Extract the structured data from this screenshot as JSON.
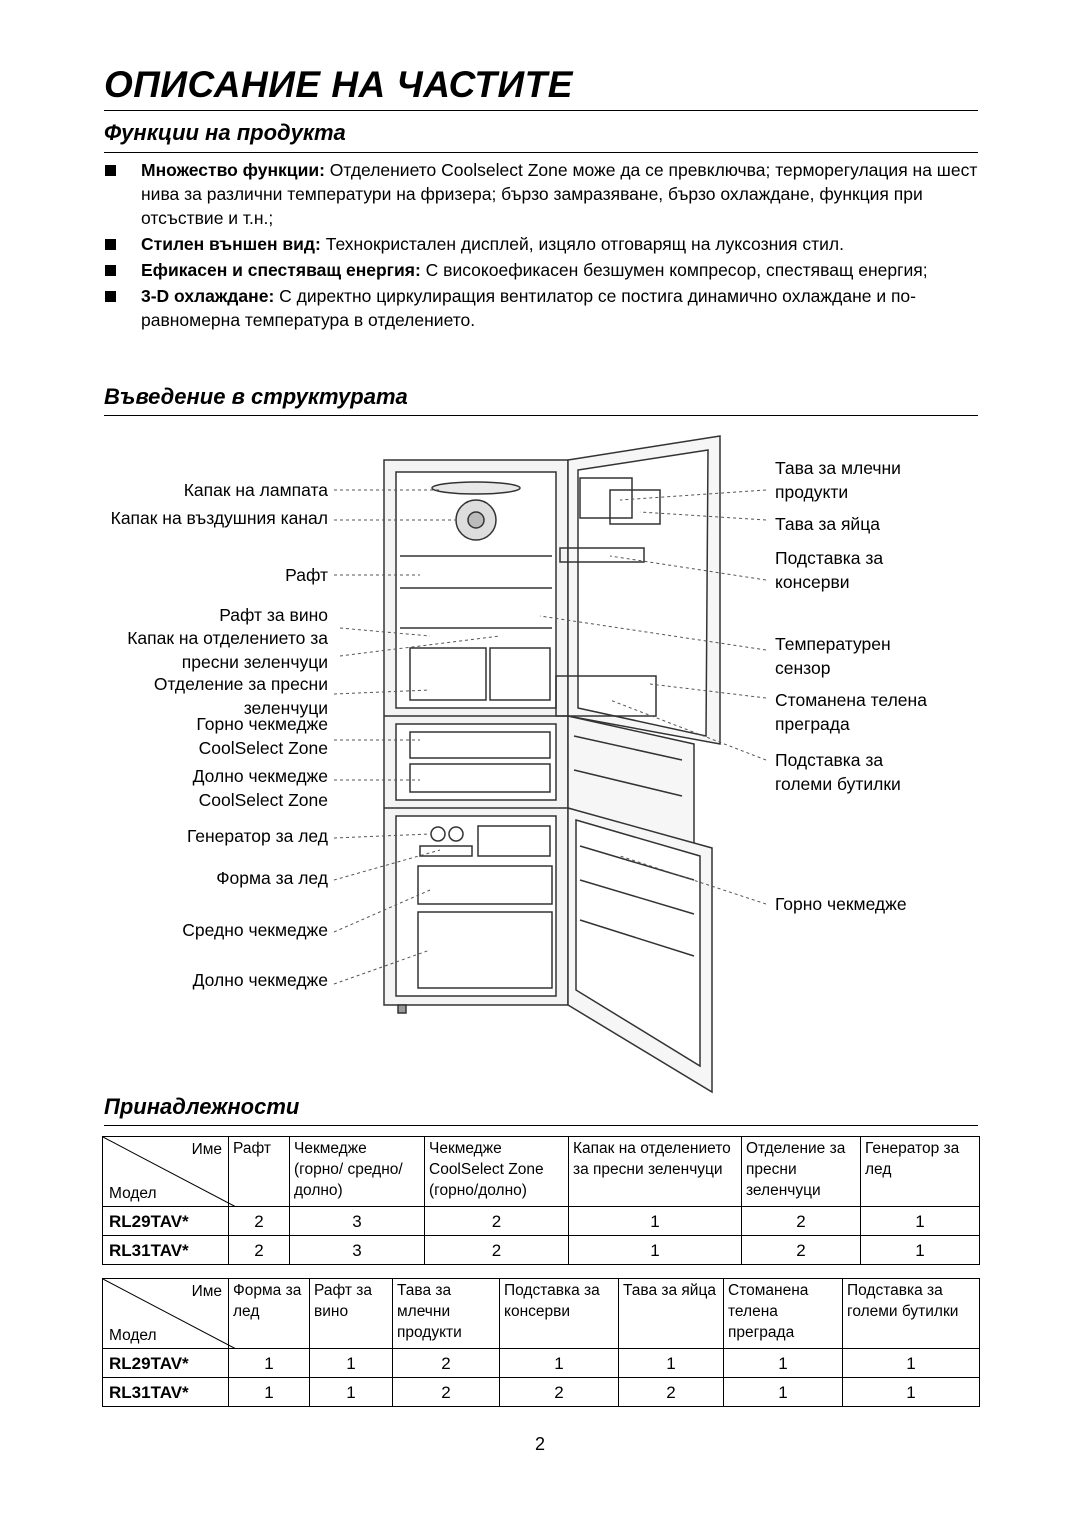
{
  "page_title": "ОПИСАНИЕ НА ЧАСТИТЕ",
  "sections": {
    "functions": {
      "title": "Функции на продукта",
      "bullets": [
        {
          "term": "Множество функции:",
          "text": " Отделението Coolselect Zone може да се превключва; терморегулация на шест нива за различни температури на фризера; бързо замразяване, бързо охлаждане, функция при отсъствие и т.н.;"
        },
        {
          "term": "Стилен външен вид:",
          "text": " Технокристален дисплей, изцяло отговарящ на луксозния стил."
        },
        {
          "term": "Ефикасен и спестяващ енергия:",
          "text": " С високоефикасен безшумен компресор, спестяващ енергия;"
        },
        {
          "term": "3-D охлаждане:",
          "text": " С директно циркулиращия вентилатор се постига динамично охлаждане и по-равномерна температура в отделението."
        }
      ]
    },
    "structure": {
      "title": "Въведение в структурата",
      "left_labels": [
        "Капак на лампата",
        "Капак на въздушния канал",
        "Рафт",
        "Рафт за вино",
        "Капак на отделението за пресни зеленчуци",
        "Отделение за пресни зеленчуци",
        "Горно чекмедже CoolSelect Zone",
        "Долно чекмедже CoolSelect Zone",
        "Генератор за лед",
        "Форма за лед",
        "Средно чекмедже",
        "Долно чекмедже"
      ],
      "right_labels": [
        "Тава за млечни продукти",
        "Тава за яйца",
        "Подставка за консерви",
        "Температурен сензор",
        "Стоманена телена преграда",
        "Подставка за големи бутилки",
        "Горно чекмедже"
      ]
    },
    "accessories": {
      "title": "Принадлежности",
      "corner_name": "Име",
      "corner_model": "Модел",
      "table1": {
        "headers": [
          "Рафт",
          "Чекмедже (горно/ средно/долно)",
          "Чекмедже CoolSelect Zone (горно/долно)",
          "Капак на отделението за пресни зеленчуци",
          "Отделение за пресни зеленчуци",
          "Генератор за лед"
        ],
        "rows": [
          {
            "model": "RL29TAV*",
            "values": [
              "2",
              "3",
              "2",
              "1",
              "2",
              "1"
            ]
          },
          {
            "model": "RL31TAV*",
            "values": [
              "2",
              "3",
              "2",
              "1",
              "2",
              "1"
            ]
          }
        ]
      },
      "table2": {
        "headers": [
          "Форма за лед",
          "Рафт за вино",
          "Тава за млечни продукти",
          "Подставка за консерви",
          "Тава за яйца",
          "Стоманена телена преграда",
          "Подставка за големи бутилки"
        ],
        "rows": [
          {
            "model": "RL29TAV*",
            "values": [
              "1",
              "1",
              "2",
              "1",
              "1",
              "1",
              "1"
            ]
          },
          {
            "model": "RL31TAV*",
            "values": [
              "1",
              "1",
              "2",
              "2",
              "2",
              "1",
              "1"
            ]
          }
        ]
      }
    }
  },
  "page_number": "2"
}
